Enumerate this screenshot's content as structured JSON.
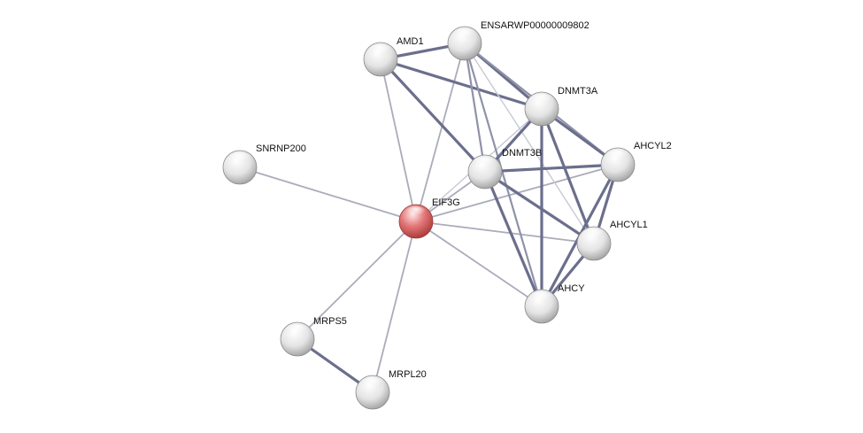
{
  "network": {
    "nodes": [
      {
        "id": "EIF3G",
        "label": "EIF3G",
        "color": "#e06666",
        "highlight": true
      },
      {
        "id": "AMD1",
        "label": "AMD1",
        "color": "#e8e8e8"
      },
      {
        "id": "ENSARWP00000009802",
        "label": "ENSARWP00000009802",
        "color": "#e8e8e8"
      },
      {
        "id": "DNMT3A",
        "label": "DNMT3A",
        "color": "#e8e8e8"
      },
      {
        "id": "DNMT3B",
        "label": "DNMT3B",
        "color": "#e8e8e8"
      },
      {
        "id": "AHCYL2",
        "label": "AHCYL2",
        "color": "#e8e8e8"
      },
      {
        "id": "AHCYL1",
        "label": "AHCYL1",
        "color": "#e8e8e8"
      },
      {
        "id": "AHCY",
        "label": "AHCY",
        "color": "#e8e8e8"
      },
      {
        "id": "SNRNP200",
        "label": "SNRNP200",
        "color": "#e8e8e8"
      },
      {
        "id": "MRPS5",
        "label": "MRPS5",
        "color": "#e8e8e8"
      },
      {
        "id": "MRPL20",
        "label": "MRPL20",
        "color": "#e8e8e8"
      }
    ],
    "edges": [
      {
        "source": "EIF3G",
        "target": "SNRNP200",
        "strength": "weak"
      },
      {
        "source": "EIF3G",
        "target": "MRPS5",
        "strength": "weak"
      },
      {
        "source": "EIF3G",
        "target": "MRPL20",
        "strength": "weak"
      },
      {
        "source": "EIF3G",
        "target": "AMD1",
        "strength": "weak"
      },
      {
        "source": "EIF3G",
        "target": "ENSARWP00000009802",
        "strength": "weak"
      },
      {
        "source": "EIF3G",
        "target": "DNMT3B",
        "strength": "weak"
      },
      {
        "source": "EIF3G",
        "target": "DNMT3A",
        "strength": "faint"
      },
      {
        "source": "EIF3G",
        "target": "AHCYL2",
        "strength": "weak"
      },
      {
        "source": "EIF3G",
        "target": "AHCYL1",
        "strength": "weak"
      },
      {
        "source": "EIF3G",
        "target": "AHCY",
        "strength": "weak"
      },
      {
        "source": "MRPS5",
        "target": "MRPL20",
        "strength": "strong"
      },
      {
        "source": "AMD1",
        "target": "ENSARWP00000009802",
        "strength": "strong"
      },
      {
        "source": "AMD1",
        "target": "DNMT3A",
        "strength": "strong"
      },
      {
        "source": "AMD1",
        "target": "DNMT3B",
        "strength": "strong"
      },
      {
        "source": "ENSARWP00000009802",
        "target": "DNMT3A",
        "strength": "strong"
      },
      {
        "source": "ENSARWP00000009802",
        "target": "DNMT3B",
        "strength": "medium"
      },
      {
        "source": "ENSARWP00000009802",
        "target": "AHCYL2",
        "strength": "medium"
      },
      {
        "source": "ENSARWP00000009802",
        "target": "AHCYL1",
        "strength": "faint"
      },
      {
        "source": "ENSARWP00000009802",
        "target": "AHCY",
        "strength": "medium"
      },
      {
        "source": "DNMT3A",
        "target": "DNMT3B",
        "strength": "strong"
      },
      {
        "source": "DNMT3A",
        "target": "AHCYL2",
        "strength": "strong"
      },
      {
        "source": "DNMT3A",
        "target": "AHCYL1",
        "strength": "strong"
      },
      {
        "source": "DNMT3A",
        "target": "AHCY",
        "strength": "strong"
      },
      {
        "source": "DNMT3B",
        "target": "AHCYL2",
        "strength": "strong"
      },
      {
        "source": "DNMT3B",
        "target": "AHCYL1",
        "strength": "strong"
      },
      {
        "source": "DNMT3B",
        "target": "AHCY",
        "strength": "strong"
      },
      {
        "source": "AHCYL2",
        "target": "AHCYL1",
        "strength": "strong"
      },
      {
        "source": "AHCYL2",
        "target": "AHCY",
        "strength": "strong"
      },
      {
        "source": "AHCYL1",
        "target": "AHCY",
        "strength": "strong"
      }
    ]
  }
}
